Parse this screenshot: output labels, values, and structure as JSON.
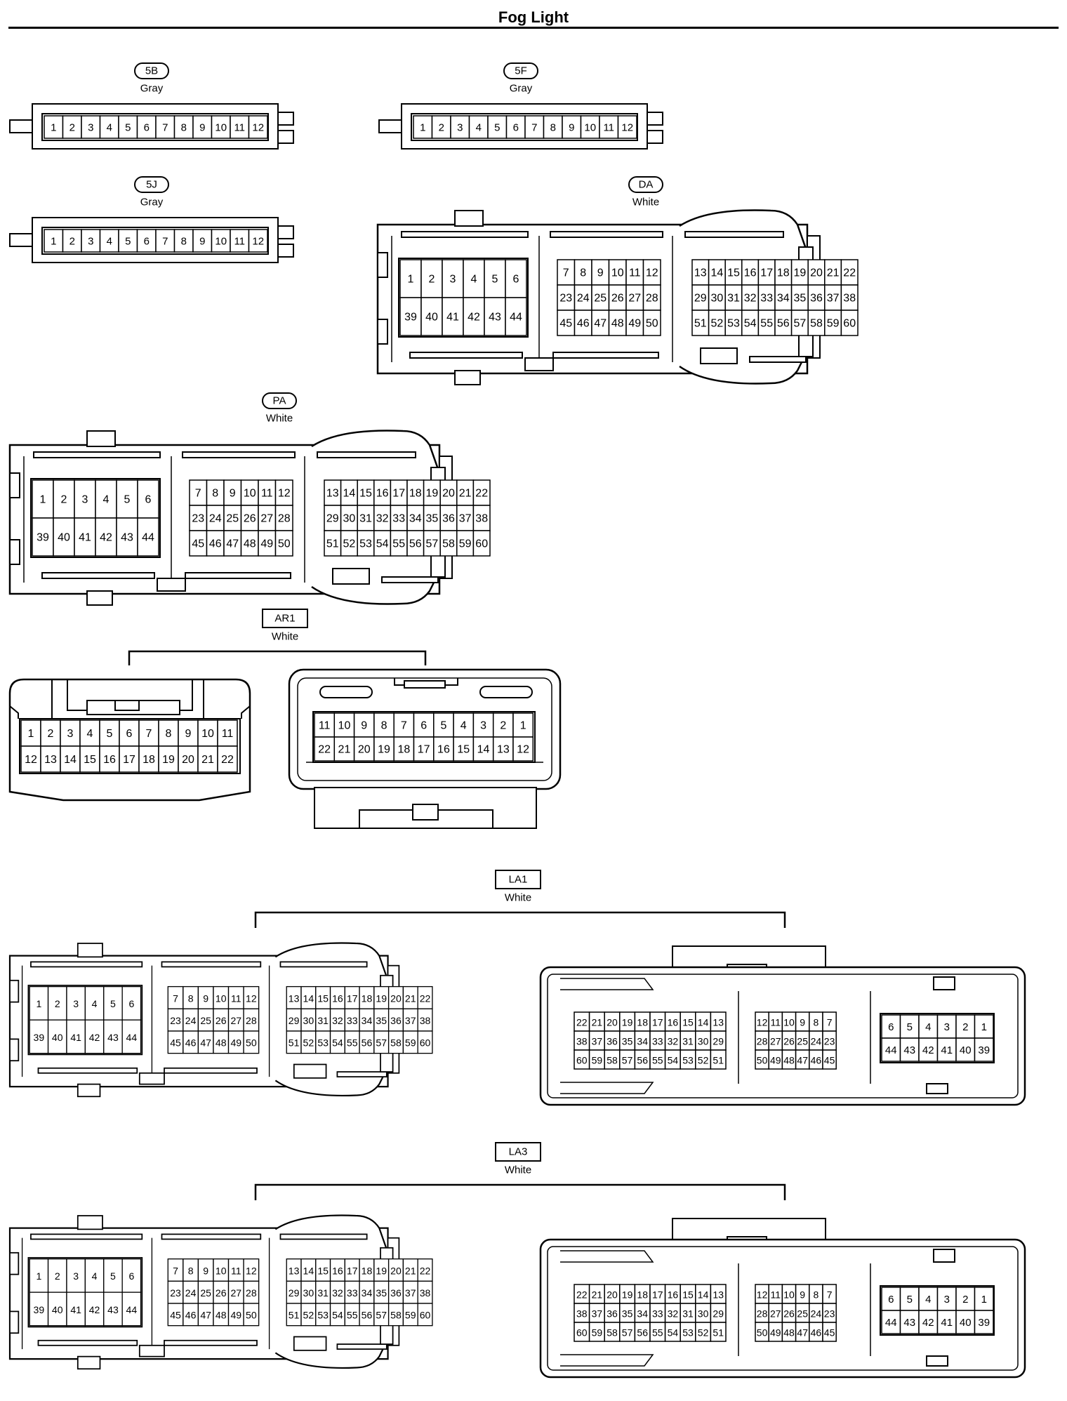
{
  "title": "Fog Light",
  "connectors": [
    {
      "id": "5B",
      "color": "Gray",
      "style": "oval",
      "type": "row12"
    },
    {
      "id": "5F",
      "color": "Gray",
      "style": "oval",
      "type": "row12"
    },
    {
      "id": "5J",
      "color": "Gray",
      "style": "oval",
      "type": "row12"
    },
    {
      "id": "DA",
      "color": "White",
      "style": "oval",
      "type": "ecu60"
    },
    {
      "id": "PA",
      "color": "White",
      "style": "oval",
      "type": "ecu60"
    },
    {
      "id": "AR1",
      "color": "White",
      "style": "rect",
      "type": "pair22"
    },
    {
      "id": "LA1",
      "color": "White",
      "style": "rect",
      "type": "pair60"
    },
    {
      "id": "LA3",
      "color": "White",
      "style": "rect",
      "type": "pair60"
    }
  ],
  "pins": {
    "row12": [
      1,
      2,
      3,
      4,
      5,
      6,
      7,
      8,
      9,
      10,
      11,
      12
    ],
    "ecu_left_top": [
      1,
      2,
      3,
      4,
      5,
      6
    ],
    "ecu_left_bottom": [
      39,
      40,
      41,
      42,
      43,
      44
    ],
    "ecu_mid": [
      [
        7,
        8,
        9,
        10,
        11,
        12
      ],
      [
        23,
        24,
        25,
        26,
        27,
        28
      ],
      [
        45,
        46,
        47,
        48,
        49,
        50
      ]
    ],
    "ecu_right": [
      [
        13,
        14,
        15,
        16,
        17,
        18,
        19,
        20,
        21,
        22
      ],
      [
        29,
        30,
        31,
        32,
        33,
        34,
        35,
        36,
        37,
        38
      ],
      [
        51,
        52,
        53,
        54,
        55,
        56,
        57,
        58,
        59,
        60
      ]
    ],
    "female_left": [
      [
        22,
        21,
        20,
        19,
        18,
        17,
        16,
        15,
        14,
        13
      ],
      [
        38,
        37,
        36,
        35,
        34,
        33,
        32,
        31,
        30,
        29
      ],
      [
        60,
        59,
        58,
        57,
        56,
        55,
        54,
        53,
        52,
        51
      ]
    ],
    "female_mid": [
      [
        12,
        11,
        10,
        9,
        8,
        7
      ],
      [
        28,
        27,
        26,
        25,
        24,
        23
      ],
      [
        50,
        49,
        48,
        47,
        46,
        45
      ]
    ],
    "female_right_top": [
      6,
      5,
      4,
      3,
      2,
      1
    ],
    "female_right_bottom": [
      44,
      43,
      42,
      41,
      40,
      39
    ],
    "ar1_male": [
      [
        1,
        2,
        3,
        4,
        5,
        6,
        7,
        8,
        9,
        10,
        11
      ],
      [
        12,
        13,
        14,
        15,
        16,
        17,
        18,
        19,
        20,
        21,
        22
      ]
    ],
    "ar1_female": [
      [
        11,
        10,
        9,
        8,
        7,
        6,
        5,
        4,
        3,
        2,
        1
      ],
      [
        22,
        21,
        20,
        19,
        18,
        17,
        16,
        15,
        14,
        13,
        12
      ]
    ]
  }
}
